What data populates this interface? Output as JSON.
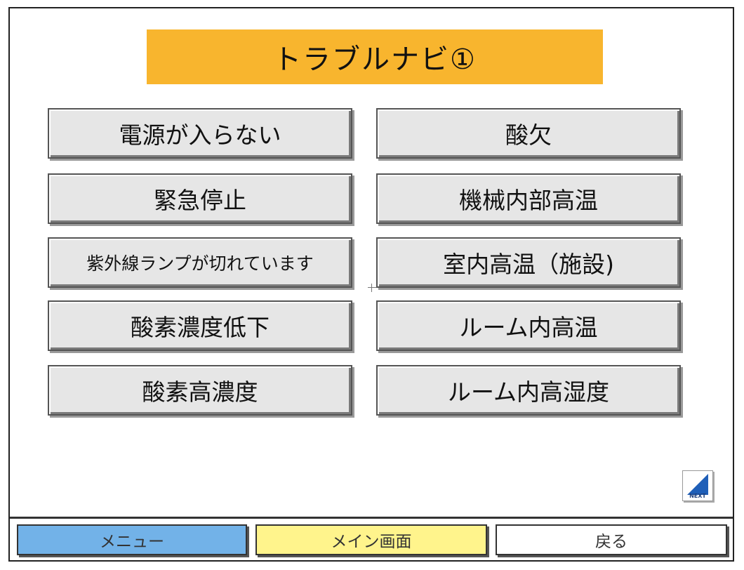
{
  "title": "トラブルナビ①",
  "buttons": {
    "left": [
      "電源が入らない",
      "緊急停止",
      "紫外線ランプが切れています",
      "酸素濃度低下",
      "酸素高濃度"
    ],
    "right": [
      "酸欠",
      "機械内部高温",
      "室内高温（施設)",
      "ルーム内高温",
      "ルーム内高湿度"
    ]
  },
  "next_icon": {
    "label": "NEXT",
    "icon": "next-page-icon"
  },
  "bottom_nav": {
    "menu": "メニュー",
    "main": "メイン画面",
    "back": "戻る"
  },
  "colors": {
    "title_banner": "#f8b52e",
    "button_face": "#e6e6e6",
    "menu": "#72b2e8",
    "main": "#fff48c",
    "back": "#ffffff",
    "next_icon_accent": "#1f5fb8"
  }
}
